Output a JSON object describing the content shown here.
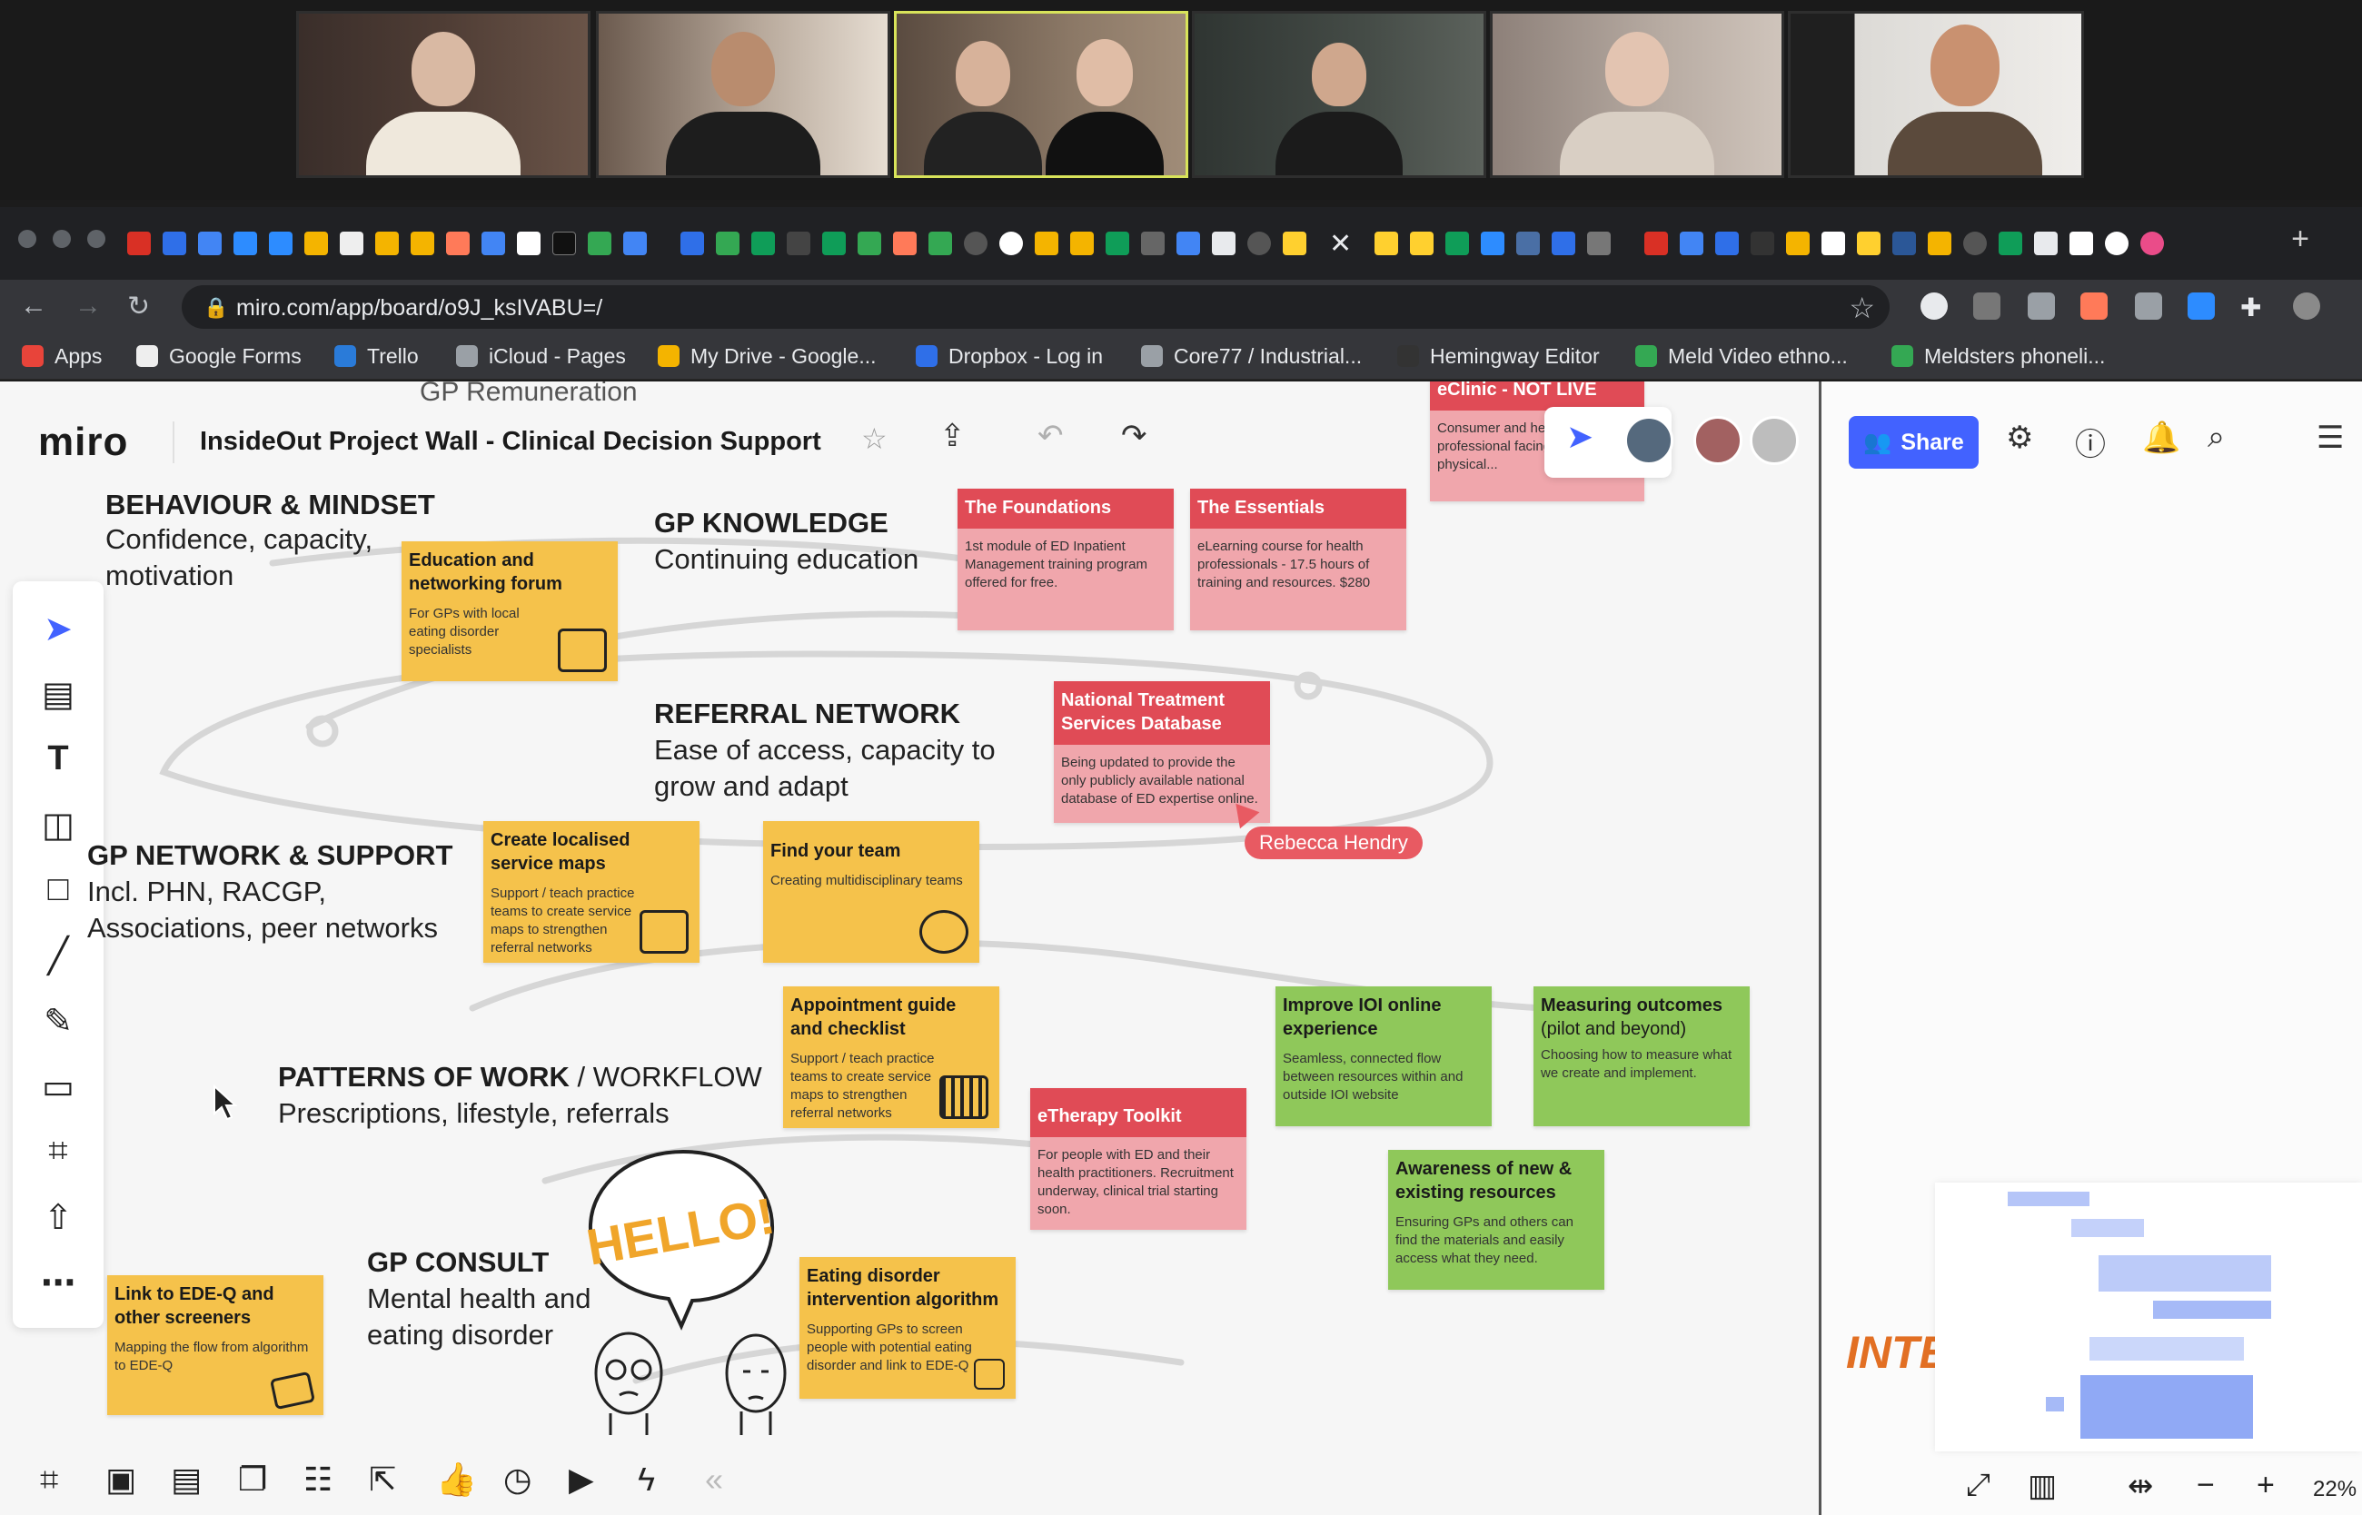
{
  "browser": {
    "url": "miro.com/app/board/o9J_ksIVABU=/",
    "bookmarks": [
      {
        "label": "Apps",
        "color": "#e8443a"
      },
      {
        "label": "Google Forms",
        "color": "#eeeeee"
      },
      {
        "label": "Trello",
        "color": "#2a7bd9"
      },
      {
        "label": "iCloud - Pages",
        "color": "#9aa0a6"
      },
      {
        "label": "My Drive - Google...",
        "color": "#f4b400"
      },
      {
        "label": "Dropbox - Log in",
        "color": "#2f6fe8"
      },
      {
        "label": "Core77 / Industrial...",
        "color": "#9aa0a6"
      },
      {
        "label": "Hemingway Editor",
        "color": "#333333"
      },
      {
        "label": "Meld Video ethno...",
        "color": "#34a853"
      },
      {
        "label": "Meldsters phoneli...",
        "color": "#34a853"
      }
    ]
  },
  "miro": {
    "logo": "miro",
    "board_title": "InsideOut Project Wall - Clinical Decision Support",
    "share_label": "Share",
    "zoom": "22%",
    "collaborator_cursor": "Rebecca Hendry",
    "clipped_heading": "GP Remuneration",
    "clipped_side_text": "INTE"
  },
  "sections": {
    "behaviour": {
      "title": "BEHAVIOUR & MINDSET",
      "lines": [
        "Confidence, capacity,",
        "motivation"
      ]
    },
    "gp_knowledge": {
      "title": "GP KNOWLEDGE",
      "lines": [
        "Continuing education"
      ]
    },
    "referral": {
      "title": "REFERRAL NETWORK",
      "lines": [
        "Ease of access, capacity to",
        "grow and adapt"
      ]
    },
    "network": {
      "title": "GP NETWORK & SUPPORT",
      "lines": [
        "Incl. PHN, RACGP,",
        "Associations, peer networks"
      ]
    },
    "patterns": {
      "title_bold": "PATTERNS OF WORK",
      "title_rest": " / WORKFLOW",
      "lines": [
        "Prescriptions, lifestyle, referrals"
      ]
    },
    "consult": {
      "title": "GP CONSULT",
      "lines": [
        "Mental health and",
        "eating disorder"
      ]
    }
  },
  "stickies": {
    "education": {
      "title": "Education and networking forum",
      "desc": "For GPs with local eating disorder specialists"
    },
    "foundations": {
      "title": "The Foundations",
      "desc": "1st module of ED Inpatient Management training program offered for free."
    },
    "essentials": {
      "title": "The Essentials",
      "desc": "eLearning course for health professionals - 17.5 hours of training and resources. $280"
    },
    "eclinic": {
      "title": "eClinic - NOT LIVE",
      "desc": "Consumer and health professional facing extend to physical..."
    },
    "national": {
      "title": "National Treatment Services Database",
      "desc": "Being updated to provide the only publicly available national database of ED expertise online."
    },
    "service_maps": {
      "title": "Create localised service maps",
      "desc": "Support / teach practice teams to create service maps to strengthen referral networks"
    },
    "find_team": {
      "title": "Find your team",
      "desc": "Creating multidisciplinary teams"
    },
    "appointment": {
      "title": "Appointment guide and checklist",
      "desc": "Support / teach practice teams to create service maps to strengthen referral networks"
    },
    "etherapy": {
      "title": "eTherapy Toolkit",
      "desc": "For people with ED and their health practitioners. Recruitment underway, clinical trial starting soon."
    },
    "improve": {
      "title": "Improve IOI online experience",
      "desc": "Seamless, connected flow between resources within and outside IOI website"
    },
    "measuring": {
      "title": "Measuring outcomes",
      "title2": "(pilot and beyond)",
      "desc": "Choosing how to measure what we create and implement."
    },
    "awareness": {
      "title": "Awareness of new & existing resources",
      "desc": "Ensuring GPs and others can find the materials and easily access what they need."
    },
    "ede_q": {
      "title": "Link to EDE-Q and other screeners",
      "desc": "Mapping the flow from algorithm to EDE-Q"
    },
    "algorithm": {
      "title": "Eating disorder intervention algorithm",
      "desc": "Supporting GPs to screen people with potential eating disorder and link to EDE-Q"
    }
  },
  "hello_text": "HELLO!",
  "colors": {
    "miro_blue": "#4262ff",
    "sticky_yellow": "#f5c24b",
    "sticky_red": "#e04b56",
    "sticky_green": "#8fc85a"
  }
}
